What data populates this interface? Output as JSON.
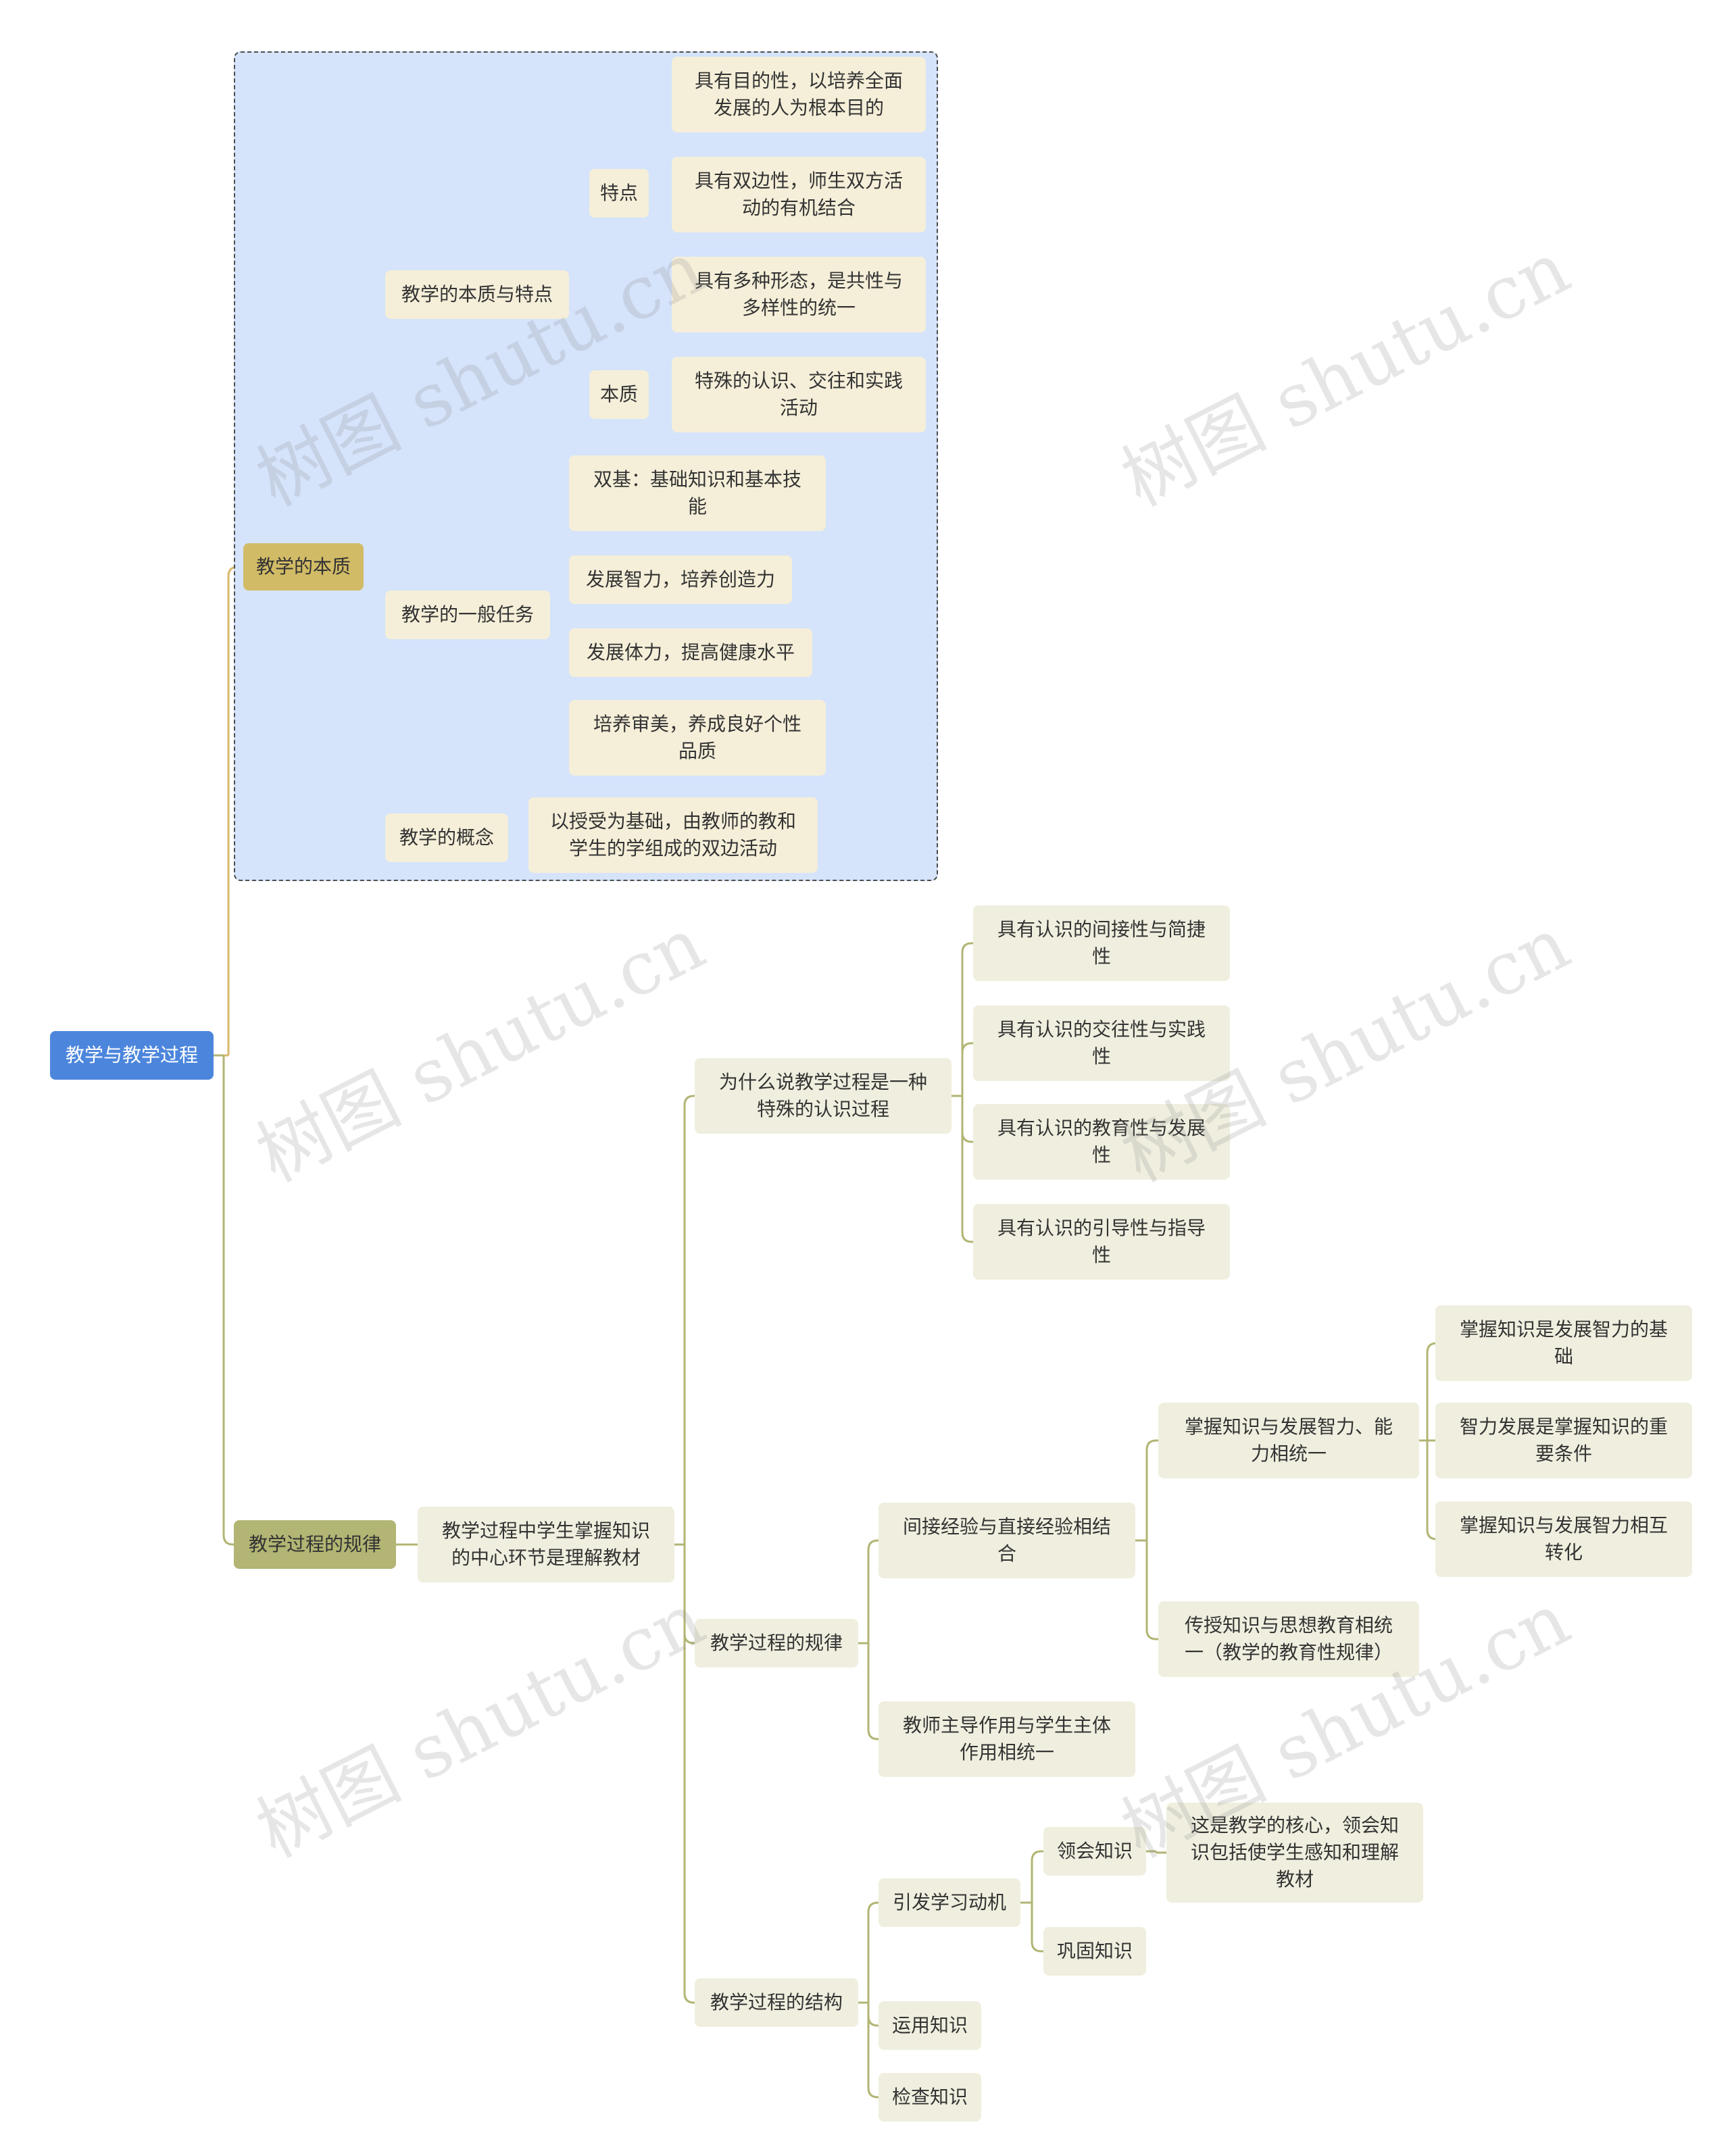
{
  "watermark": "树图 shutu.cn",
  "root": "教学与教学过程",
  "branch_nature": {
    "label": "教学的本质",
    "essence_features": {
      "label": "教学的本质与特点",
      "features": {
        "label": "特点",
        "items": [
          "具有目的性，以培养全面\n发展的人为根本目的",
          "具有双边性，师生双方活\n动的有机结合",
          "具有多种形态，是共性与\n多样性的统一"
        ]
      },
      "essence": {
        "label": "本质",
        "item": "特殊的认识、交往和实践\n活动"
      }
    },
    "tasks": {
      "label": "教学的一般任务",
      "items": [
        "双基：基础知识和基本技\n能",
        "发展智力，培养创造力",
        "发展体力，提高健康水平",
        "培养审美，养成良好个性\n品质"
      ]
    },
    "concept": {
      "label": "教学的概念",
      "item": "以授受为基础，由教师的教和\n学生的学组成的双边活动"
    }
  },
  "branch_laws": {
    "label": "教学过程的规律",
    "center": "教学过程中学生掌握知识\n的中心环节是理解教材",
    "why": {
      "label": "为什么说教学过程是一种\n特殊的认识过程",
      "items": [
        "具有认识的间接性与简捷\n性",
        "具有认识的交往性与实践\n性",
        "具有认识的教育性与发展\n性",
        "具有认识的引导性与指导\n性"
      ]
    },
    "laws": {
      "label": "教学过程的规律",
      "experience": "间接经验与直接经验相结\n合",
      "knowledge_intellect": {
        "label": "掌握知识与发展智力、能\n力相统一",
        "items": [
          "掌握知识是发展智力的基\n础",
          "智力发展是掌握知识的重\n要条件",
          "掌握知识与发展智力相互\n转化"
        ]
      },
      "moral": "传授知识与思想教育相统\n一（教学的教育性规律）",
      "teacher_student": "教师主导作用与学生主体\n作用相统一"
    },
    "structure": {
      "label": "教学过程的结构",
      "motivation": {
        "label": "引发学习动机",
        "comprehend": {
          "label": "领会知识",
          "detail": "这是教学的核心，领会知\n识包括使学生感知和理解\n教材"
        },
        "consolidate": "巩固知识"
      },
      "apply": "运用知识",
      "check": "检查知识"
    }
  }
}
